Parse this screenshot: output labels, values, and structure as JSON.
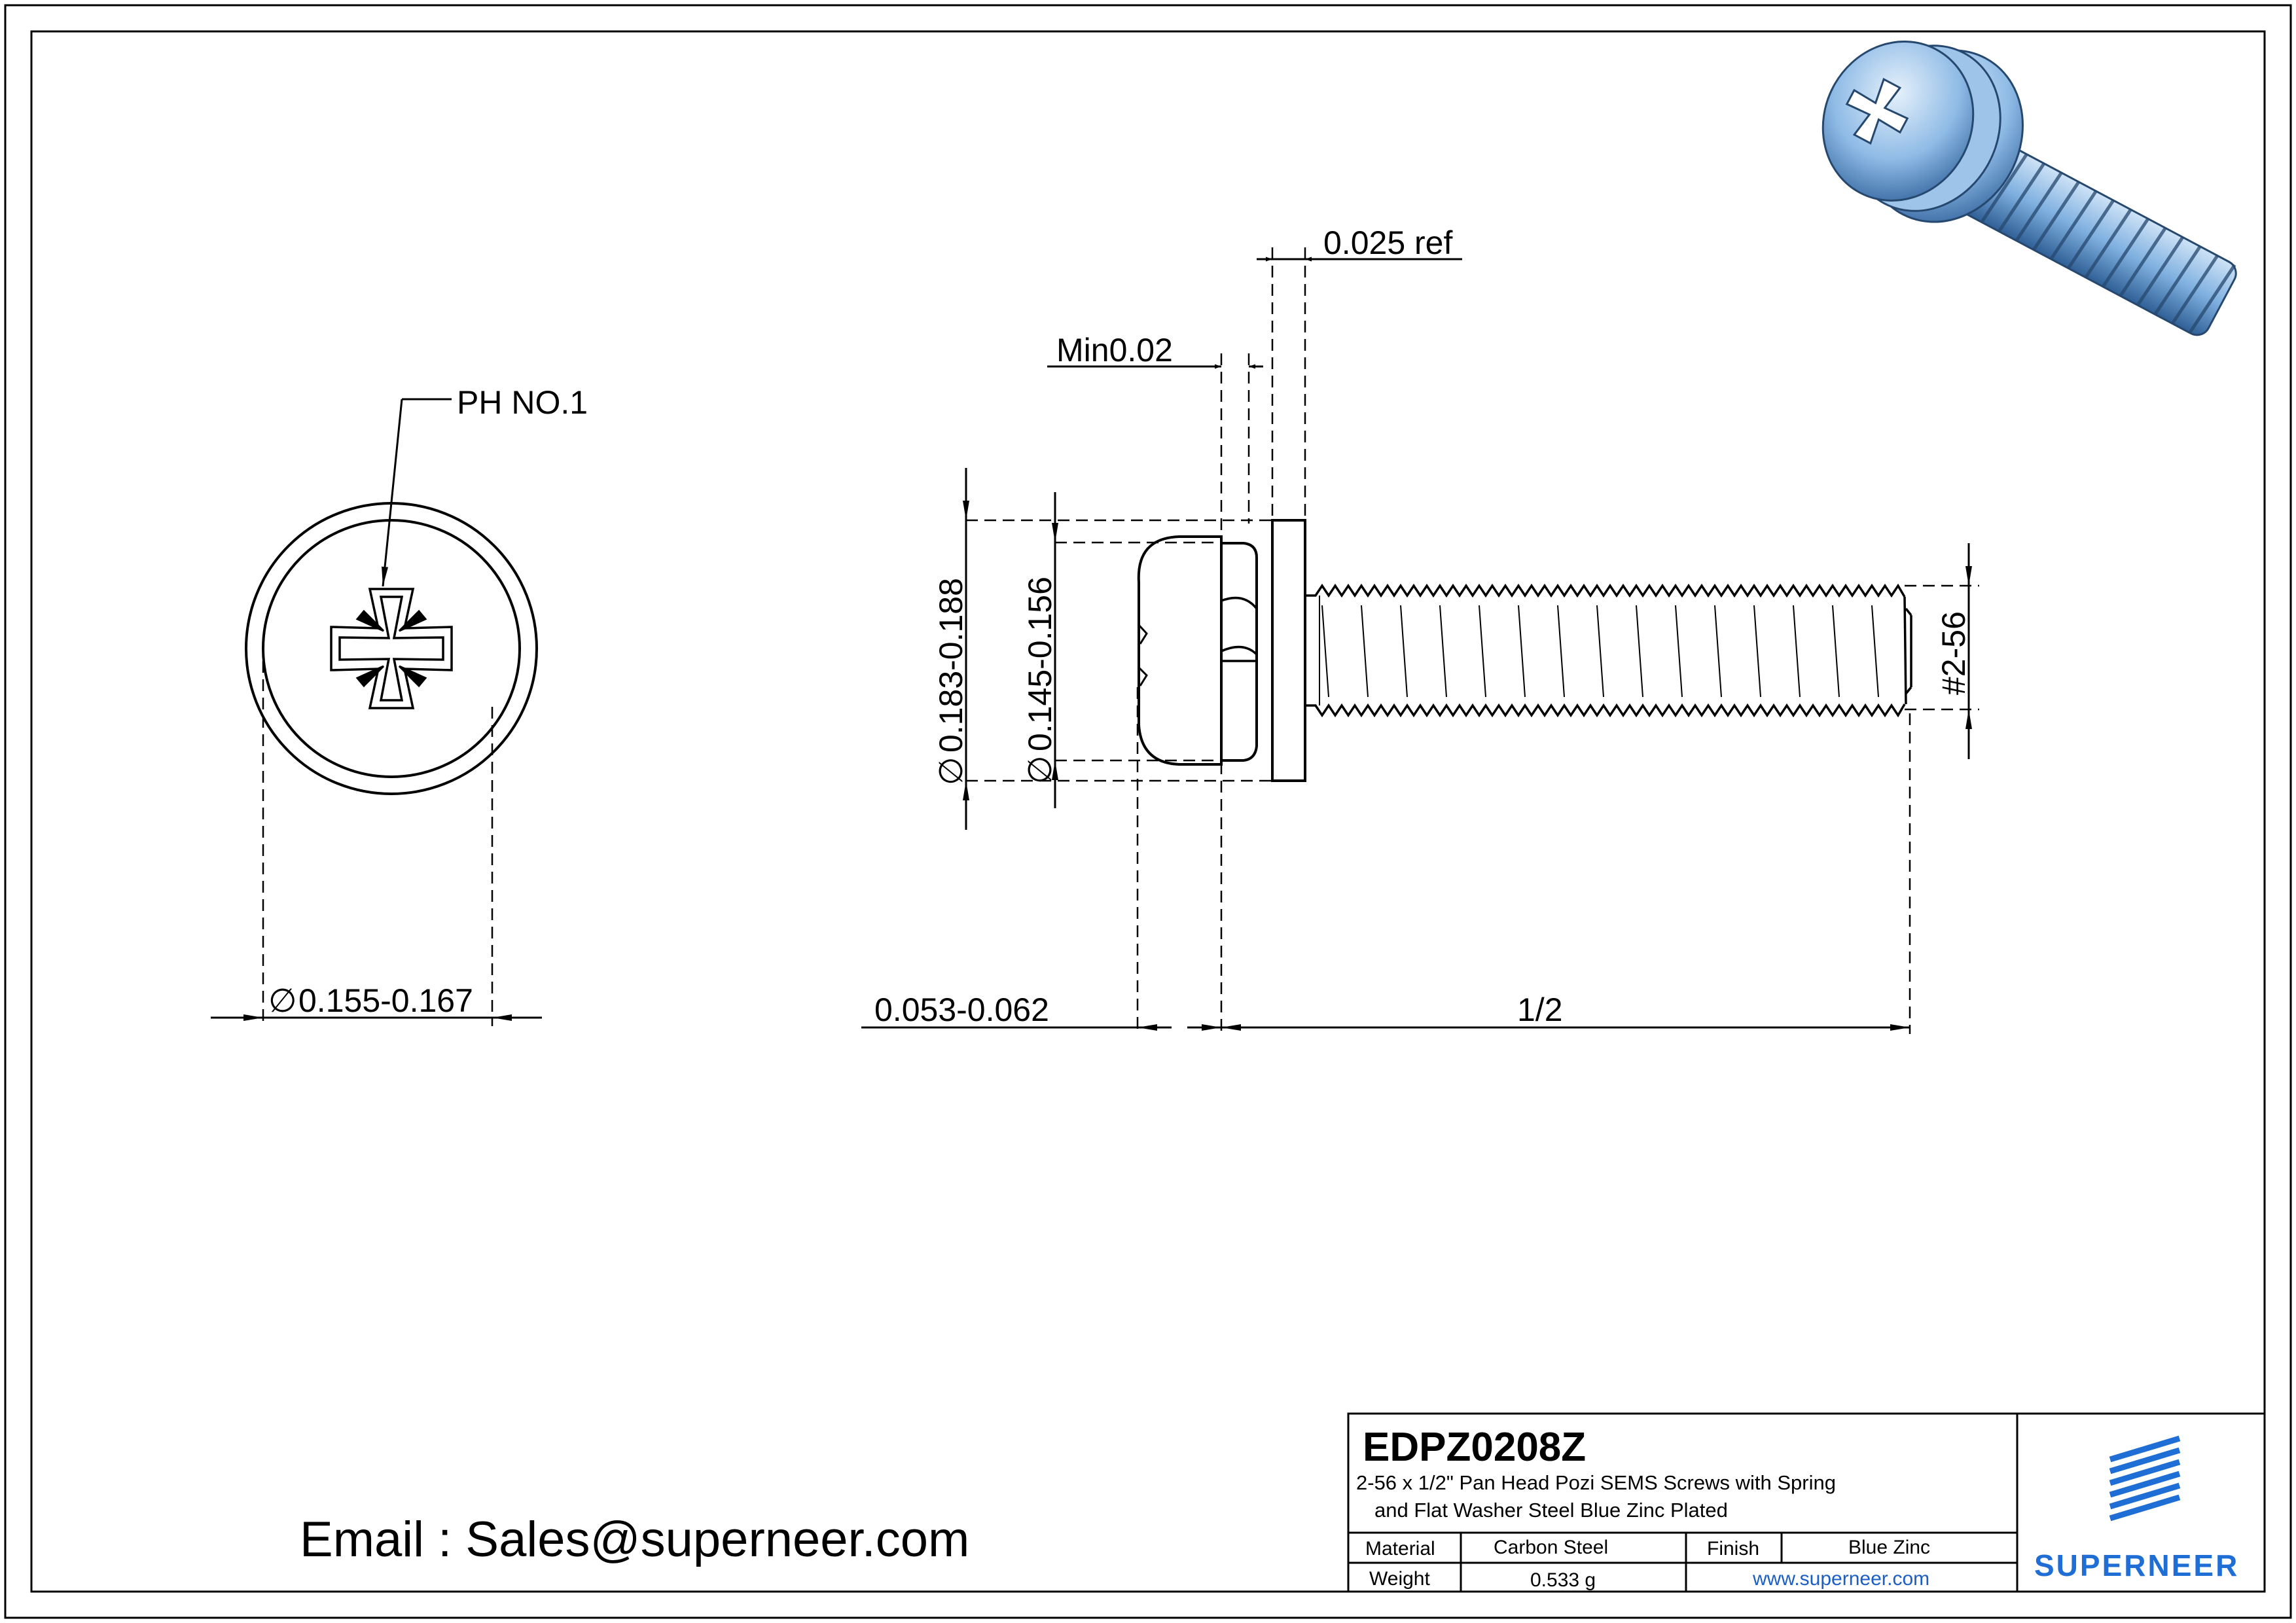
{
  "drawing": {
    "part_number": "EDPZ0208Z",
    "description_line1": "2-56 x 1/2\" Pan Head Pozi SEMS Screws with Spring",
    "description_line2": "and Flat Washer Steel Blue Zinc Plated",
    "material_label": "Material",
    "material_value": "Carbon Steel",
    "finish_label": "Finish",
    "finish_value": "Blue Zinc",
    "weight_label": "Weight",
    "weight_value": "0.533 g",
    "website": "www.superneer.com",
    "email": "Email : Sales@superneer.com",
    "logo_text": "SUPERNEER",
    "colors": {
      "line": "#000000",
      "brand": "#1f6ed6",
      "link": "#1a5ec6",
      "render_blue": "#7fb0e0"
    }
  },
  "dimensions": {
    "drive": "PH NO.1",
    "head_dia": "0.155-0.167",
    "washer_dia": "0.183-0.188",
    "spring_dia": "0.145-0.156",
    "min_gap": "Min0.02",
    "washer_thk": "0.025 ref",
    "head_height": "0.053-0.062",
    "length": "1/2",
    "thread": "#2-56",
    "dia_symbol": "∅"
  }
}
